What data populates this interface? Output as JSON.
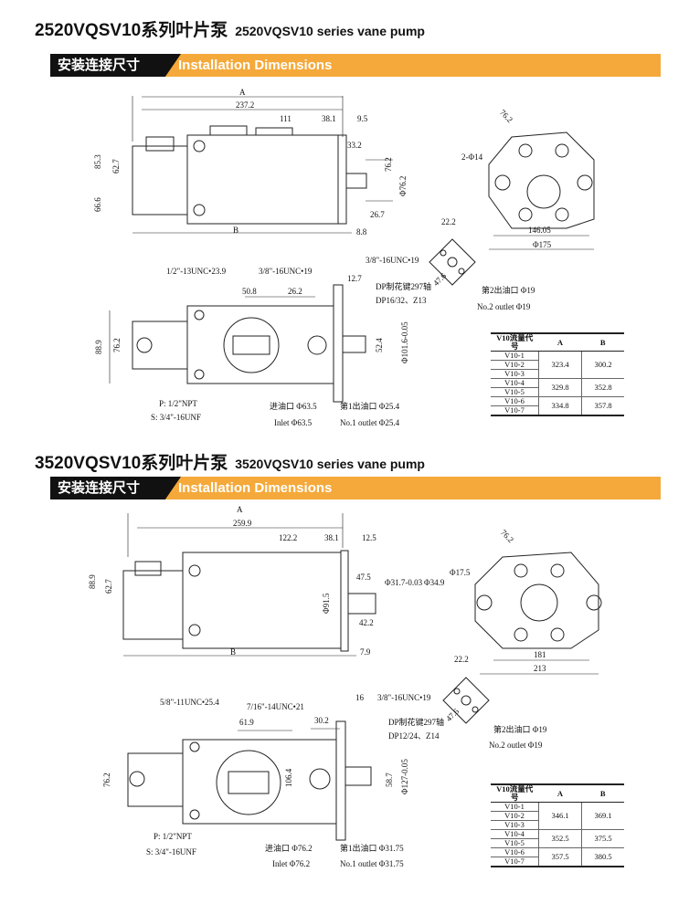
{
  "sections": [
    {
      "title_cn": "2520VQSV10系列叶片泵",
      "title_en": "2520VQSV10 series vane pump",
      "banner_cn": "安装连接尺寸",
      "banner_en": "Installation Dimensions",
      "labels": {
        "A": "A",
        "d237": "237.2",
        "d111": "111",
        "d381": "38.1",
        "d95": "9.5",
        "d853": "85.3",
        "d627": "62.7",
        "d666": "66.6",
        "d332": "33.2",
        "d762": "76.2",
        "phi762": "Φ76.2",
        "d267": "26.7",
        "B": "B",
        "d88": "8.8",
        "e762": "76.2",
        "holes": "2-Φ14",
        "d14605": "146.05",
        "phi175": "Φ175",
        "f222": "22.2",
        "f_thread": "3/8\"-16UNC•19",
        "f476": "47.6",
        "out2_cn": "第2出油口 Φ19",
        "out2_en": "No.2 outlet Φ19",
        "t_thread1": "1/2\"-13UNC•23.9",
        "t_thread2": "3/8\"-16UNC•19",
        "d127": "12.7",
        "spline_cn": "DP制花键297轴",
        "spline_en": "DP16/32、Z13",
        "d508": "50.8",
        "d262": "26.2",
        "d889": "88.9",
        "t762": "76.2",
        "d524": "52.4",
        "phi1016": "Φ101.6-0.05",
        "p": "P: 1/2\"NPT",
        "s": "S: 3/4\"-16UNF",
        "in_cn": "进油口 Φ63.5",
        "in_en": "Inlet Φ63.5",
        "out1_cn": "第1出油口 Φ25.4",
        "out1_en": "No.1 outlet Φ25.4"
      },
      "table": {
        "headers": [
          "V10流量代号",
          "A",
          "B"
        ],
        "groups": [
          {
            "codes": [
              "V10-1",
              "V10-2",
              "V10-3"
            ],
            "A": "323.4",
            "B": "300.2"
          },
          {
            "codes": [
              "V10-4",
              "V10-5"
            ],
            "A": "329.8",
            "B": "352.8"
          },
          {
            "codes": [
              "V10-6",
              "V10-7"
            ],
            "A": "334.8",
            "B": "357.8"
          }
        ]
      }
    },
    {
      "title_cn": "3520VQSV10系列叶片泵",
      "title_en": "3520VQSV10 series vane pump",
      "banner_cn": "安装连接尺寸",
      "banner_en": "Installation Dimensions",
      "labels": {
        "A": "A",
        "d2599": "259.9",
        "d1222": "122.2",
        "d381": "38.1",
        "d125": "12.5",
        "d889": "88.9",
        "d627": "62.7",
        "d475": "47.5",
        "phi317": "Φ31.7-0.03",
        "phi349": "Φ34.9",
        "phi915": "Φ91.5",
        "d422": "42.2",
        "B": "B",
        "d79": "7.9",
        "e762": "76.2",
        "phi175": "Φ17.5",
        "d181": "181",
        "d213": "213",
        "f222": "22.2",
        "f_thread": "3/8\"-16UNC•19",
        "f476": "47.6",
        "out2_cn": "第2出油口 Φ19",
        "out2_en": "No.2 outlet Φ19",
        "t_thread1": "5/8\"-11UNC•25.4",
        "t_thread2": "7/16\"-14UNC•21",
        "d16": "16",
        "spline_cn": "DP制花键297轴",
        "spline_en": "DP12/24、Z14",
        "d619": "61.9",
        "d302": "30.2",
        "t762": "76.2",
        "d1064": "106.4",
        "d587": "58.7",
        "phi127": "Φ127-0.05",
        "p": "P: 1/2\"NPT",
        "s": "S: 3/4\"-16UNF",
        "in_cn": "进油口 Φ76.2",
        "in_en": "Inlet Φ76.2",
        "out1_cn": "第1出油口 Φ31.75",
        "out1_en": "No.1 outlet Φ31.75"
      },
      "table": {
        "headers": [
          "V10流量代号",
          "A",
          "B"
        ],
        "groups": [
          {
            "codes": [
              "V10-1",
              "V10-2",
              "V10-3"
            ],
            "A": "346.1",
            "B": "369.1"
          },
          {
            "codes": [
              "V10-4",
              "V10-5"
            ],
            "A": "352.5",
            "B": "375.5"
          },
          {
            "codes": [
              "V10-6",
              "V10-7"
            ],
            "A": "357.5",
            "B": "380.5"
          }
        ]
      }
    }
  ]
}
